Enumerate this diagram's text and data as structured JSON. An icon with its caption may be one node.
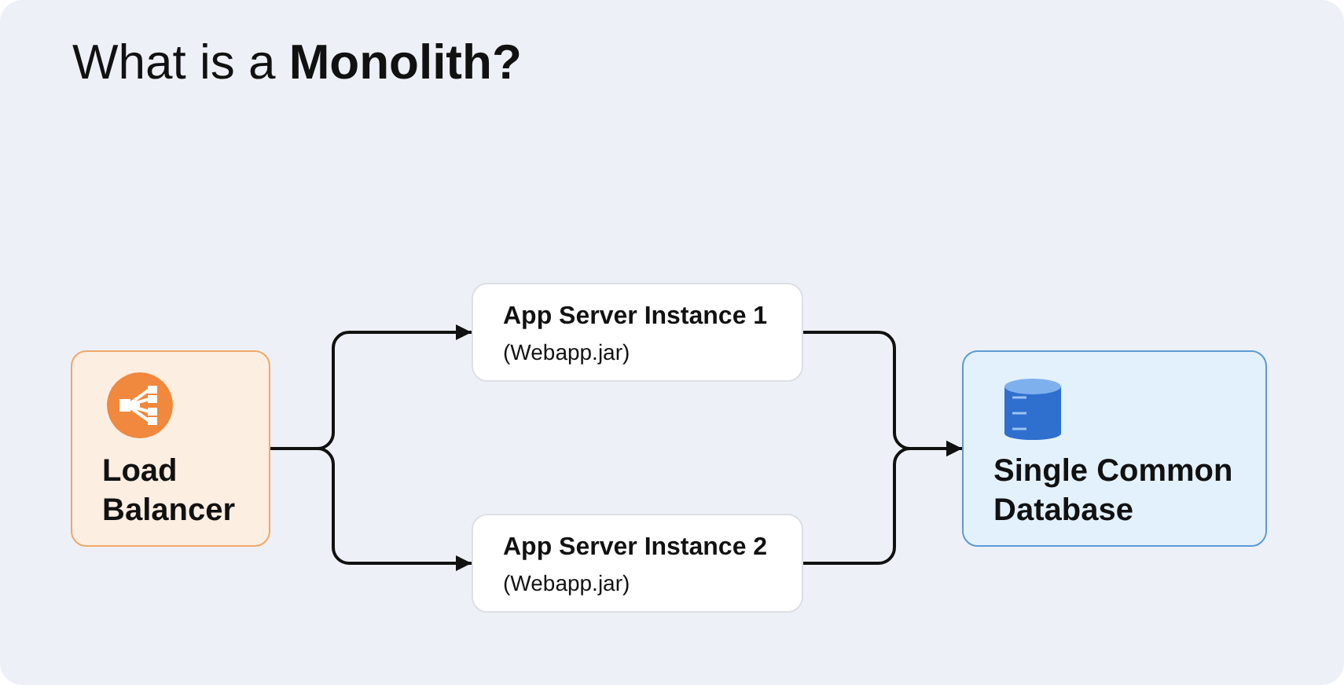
{
  "diagram": {
    "title": "What is a **Monolith?**",
    "nodes": [
      {
        "text": [
          "Load Balancer"
        ]
      },
      {
        "text": [
          "App Server Instance 1",
          "(Webapp.jar)"
        ]
      },
      {
        "text": [
          "App Server Instance 2",
          "(Webapp.jar)"
        ]
      },
      {
        "text": [
          "Single Common Database"
        ]
      }
    ],
    "edges": [
      {
        "from": 0,
        "to": 1,
        "arrow": "to"
      },
      {
        "from": 0,
        "to": 2,
        "arrow": "to"
      },
      {
        "from": 1,
        "to": 3,
        "arrow": "to"
      },
      {
        "from": 2,
        "to": 3,
        "arrow": "to"
      }
    ]
  }
}
